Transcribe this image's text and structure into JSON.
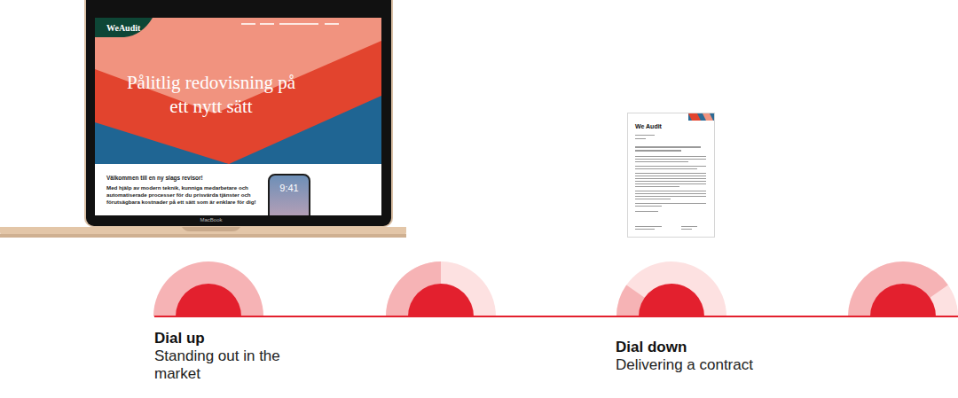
{
  "diagram": {
    "nodes": [
      {
        "text": [
          "WeAudit",
          "Pålitlig redovisning på ett nytt sätt",
          "Välkommen till en ny slags revisor!",
          "Med hjälp av modern teknik, kunniga medarbetare och automatiserade processer för du prisvärda tjänster och förutsägbara kostnader på ett sätt som är enklare för dig!"
        ]
      },
      {
        "text": [
          "9:41"
        ],
        "in": 0
      },
      {
        "text": [
          "We Audit"
        ]
      }
    ],
    "labels": [
      "MacBook",
      "Dial up",
      "Standing out in the market",
      "Dial down",
      "Delivering a contract"
    ]
  }
}
